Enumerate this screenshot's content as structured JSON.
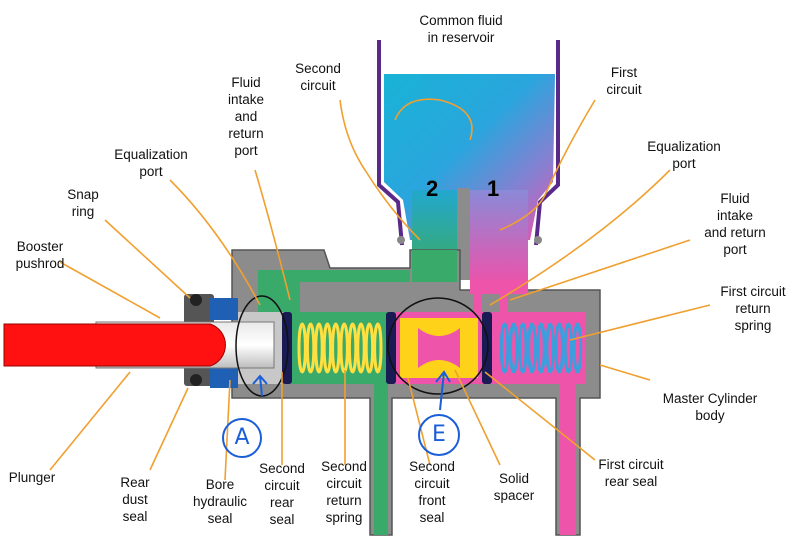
{
  "colors": {
    "reservoir_blue": "#1aa8d8",
    "reservoir_pink": "#f050a8",
    "second_circuit_green": "#3aaa6a",
    "first_circuit_pink": "#ee55aa",
    "body_gray": "#8c8c8c",
    "pushrod_red": "#ff1111",
    "spacer_yellow": "#ffd21a",
    "spring_yellow": "#ffe040",
    "spring_blue": "#3aa0dd",
    "seal_navy": "#1a1a55",
    "leader_orange": "#f0a030",
    "annotation_blue": "#1a5ed8",
    "reservoir_outline": "#5a2a8a"
  },
  "labels": {
    "common_fluid": "Common fluid\nin reservoir",
    "second_circuit": "Second\ncircuit",
    "first_circuit": "First\ncircuit",
    "fluid_intake_left": "Fluid\nintake\nand\nreturn\nport",
    "equalization_left": "Equalization\nport",
    "snap_ring": "Snap\nring",
    "booster_pushrod": "Booster\npushrod",
    "equalization_right": "Equalization\nport",
    "fluid_intake_right": "Fluid\nintake\nand return\nport",
    "first_return_spring": "First circuit\nreturn\nspring",
    "master_body": "Master Cylinder\nbody",
    "first_rear_seal": "First circuit\nrear seal",
    "solid_spacer": "Solid\nspacer",
    "second_front_seal": "Second\ncircuit\nfront\nseal",
    "second_return_spring": "Second\ncircuit\nreturn\nspring",
    "second_rear_seal": "Second\ncircuit\nrear\nseal",
    "bore_seal": "Bore\nhydraulic\nseal",
    "rear_dust_seal": "Rear\ndust\nseal",
    "plunger": "Plunger",
    "circuit_two_number": "2",
    "circuit_one_number": "1",
    "annotation_a": "A",
    "annotation_e": "E"
  }
}
